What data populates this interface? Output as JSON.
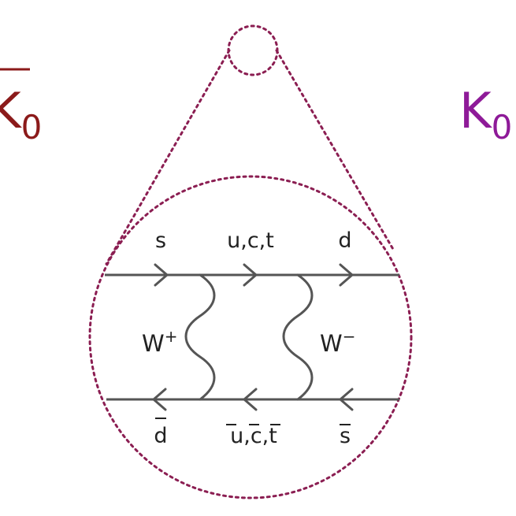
{
  "diagram": {
    "top_line": {
      "left_particle": {
        "symbol": "K",
        "subscript": "0",
        "antiparticle": true
      },
      "right_particle": {
        "symbol": "K",
        "subscript": "0",
        "antiparticle": false
      }
    },
    "quark_lines": {
      "top": [
        "s",
        "u,c,t",
        "d"
      ],
      "bottom": [
        "d",
        "u,c,t",
        "s"
      ]
    },
    "bosons": {
      "left": {
        "symbol": "W",
        "charge": "+"
      },
      "right": {
        "symbol": "W",
        "charge": "−"
      }
    }
  },
  "colors": {
    "kbar": "#8b1a1a",
    "k": "#8e1a98",
    "zoom_dotted": "#8b1e52",
    "lines": "#555555",
    "text": "#222222"
  }
}
